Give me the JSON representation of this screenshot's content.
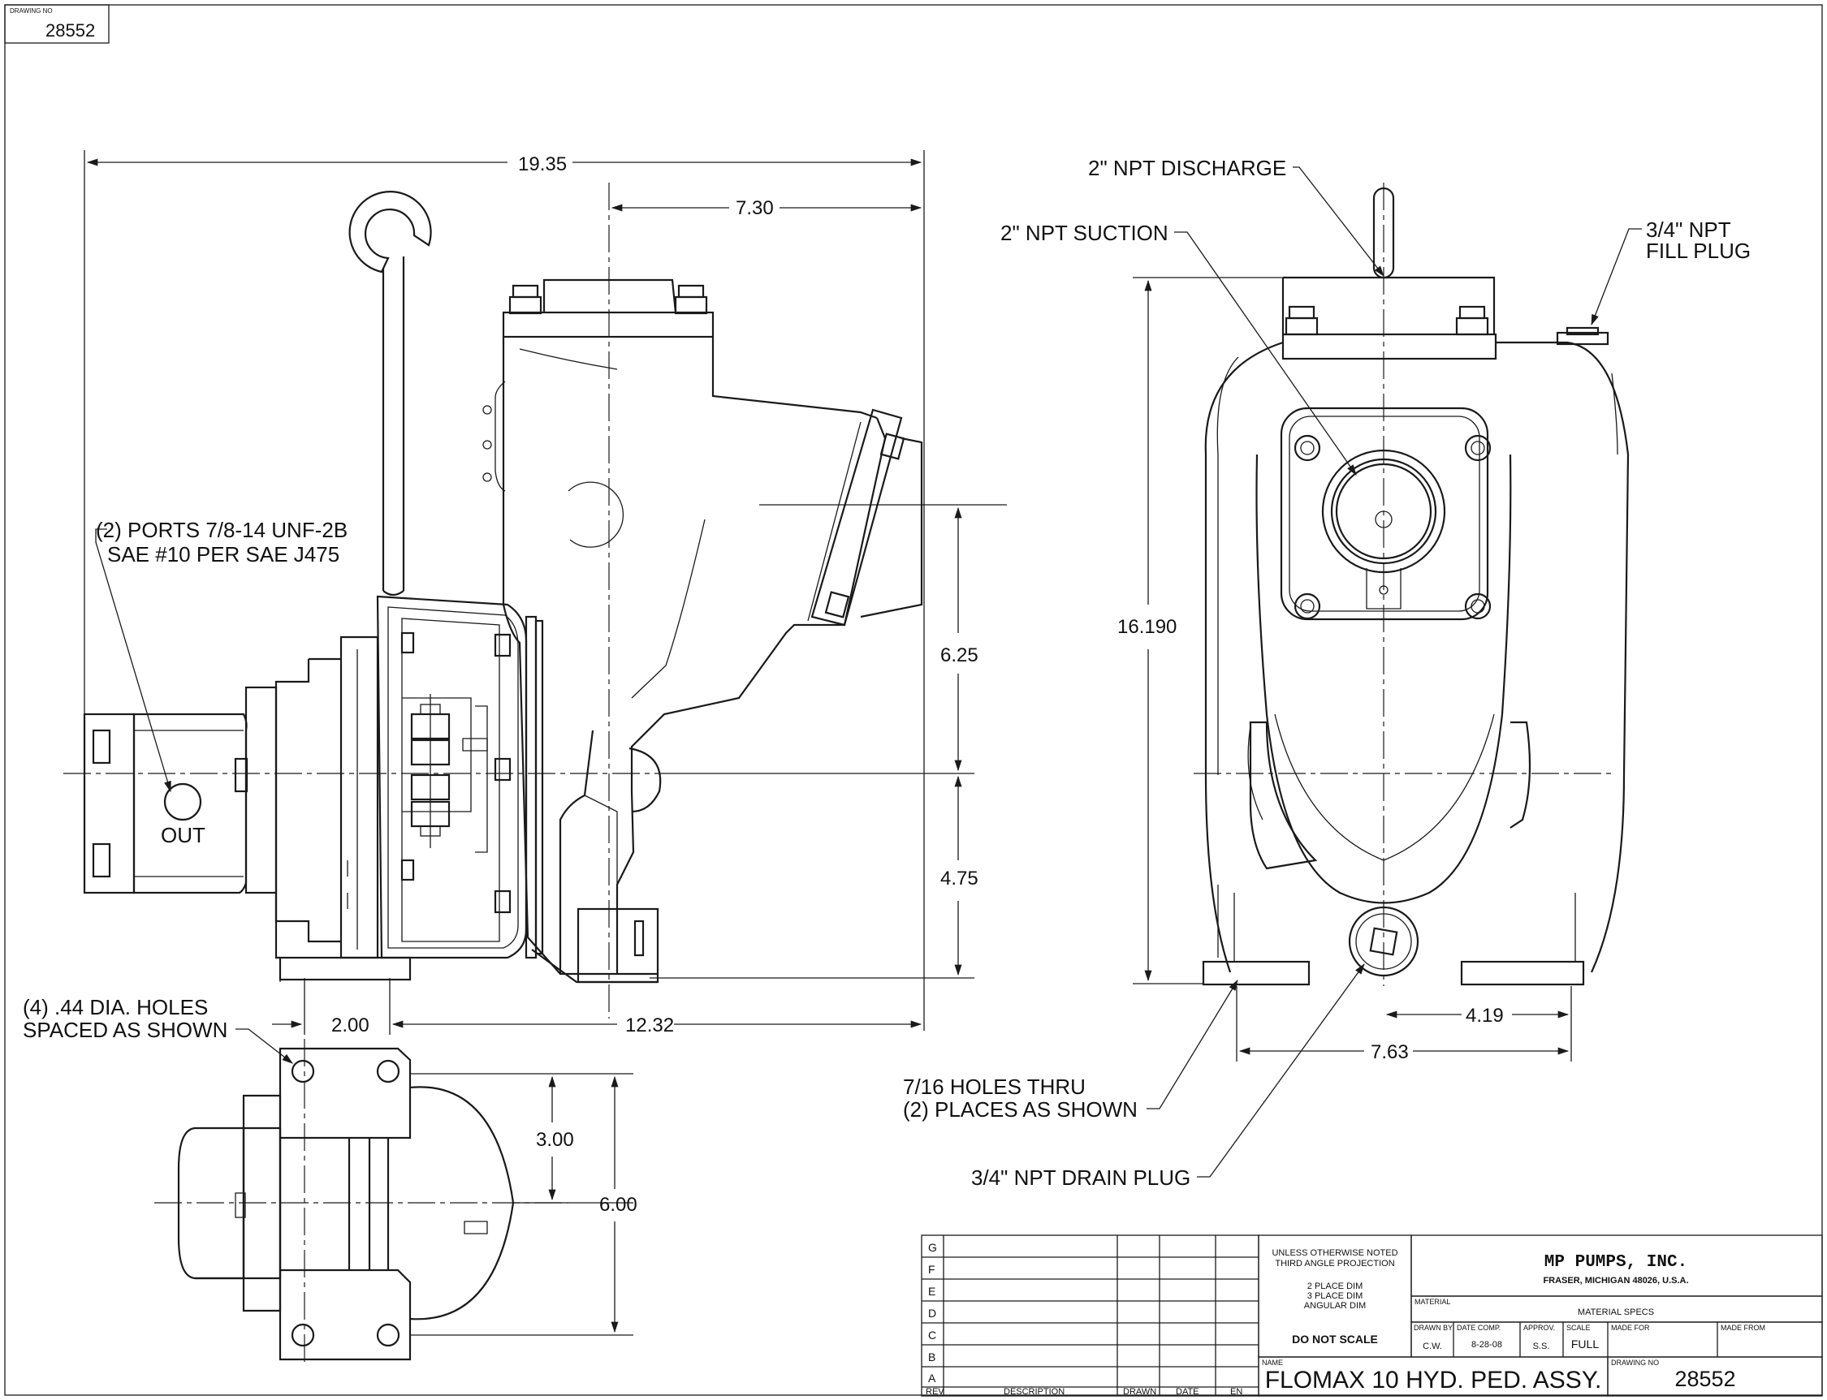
{
  "drawing_number_box": {
    "caption": "DRAWING NO",
    "value": "28552"
  },
  "dimensions": {
    "overall_length": "19.35",
    "to_centerline": "7.30",
    "upper_height": "6.25",
    "lower_height": "4.75",
    "total_height": "16.190",
    "base_offset": "2.00",
    "base_length": "12.32",
    "foot_width": "3.00",
    "foot_span": "6.00",
    "center_to_hole": "4.19",
    "hole_span": "7.63"
  },
  "callouts": {
    "ports_line1": "(2) PORTS 7/8-14 UNF-2B",
    "ports_line2": "SAE #10 PER SAE J475",
    "out_label": "OUT",
    "holes_line1": "(4) .44 DIA. HOLES",
    "holes_line2": "SPACED AS SHOWN",
    "discharge": "2\" NPT DISCHARGE",
    "suction": "2\" NPT SUCTION",
    "fill_line1": "3/4\" NPT",
    "fill_line2": "FILL PLUG",
    "thru_line1": "7/16 HOLES THRU",
    "thru_line2": "(2) PLACES AS SHOWN",
    "drain": "3/4\" NPT DRAIN PLUG"
  },
  "title_block": {
    "revisions": [
      "G",
      "F",
      "E",
      "D",
      "C",
      "B",
      "A"
    ],
    "rev_header": {
      "rev": "REV",
      "description": "DESCRIPTION",
      "drawn": "DRAWN",
      "date": "DATE",
      "en": "EN"
    },
    "notes_line1": "UNLESS OTHERWISE NOTED",
    "notes_line2": "THIRD ANGLE PROJECTION",
    "dim1": "2 PLACE DIM",
    "dim2": "3 PLACE DIM",
    "dim3": "ANGULAR DIM",
    "do_not_scale": "DO NOT SCALE",
    "name_caption": "NAME",
    "name": "FLOMAX 10 HYD. PED. ASSY.",
    "company": "MP PUMPS, INC.",
    "address": "FRASER, MICHIGAN 48026, U.S.A.",
    "material_caption": "MATERIAL",
    "material_specs": "MATERIAL SPECS",
    "drawn_by_caption": "DRAWN BY",
    "drawn_by": "C.W.",
    "date_comp_caption": "DATE COMP.",
    "date_comp": "8-28-08",
    "approv_caption": "APPROV.",
    "approv": "S.S.",
    "scale_caption": "SCALE",
    "scale": "FULL",
    "made_for_caption": "MADE FOR",
    "made_from_caption": "MADE FROM",
    "drawing_no_caption": "DRAWING NO",
    "drawing_no": "28552"
  }
}
